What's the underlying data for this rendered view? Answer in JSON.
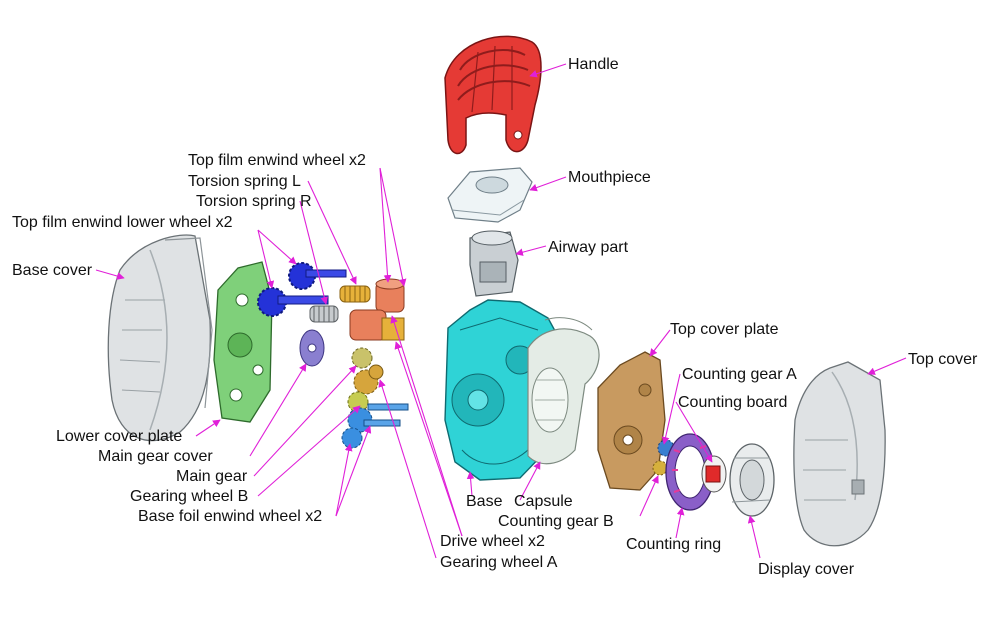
{
  "colors": {
    "leader": "#e020d8",
    "handle": "#e53a35",
    "base": "#2fd3d6",
    "green_plate": "#7fd07a",
    "blue_gear": "#2432d8",
    "orange_part": "#e8805c",
    "gold_spring": "#e6b13a",
    "brown_plate": "#c89a60",
    "purple_ring": "#8a5fc8",
    "grey_cover": "#d9dde0"
  },
  "labels": {
    "handle": "Handle",
    "mouthpiece": "Mouthpiece",
    "airway": "Airway part",
    "top_cover_plate": "Top cover plate",
    "top_cover": "Top cover",
    "counting_gear_a": "Counting gear A",
    "counting_board": "Counting board",
    "top_film_enwind_wheel": "Top film enwind wheel x2",
    "torsion_l": "Torsion spring L",
    "torsion_r": "Torsion spring R",
    "top_film_lower_wheel": "Top film enwind lower wheel x2",
    "base_cover": "Base cover",
    "lower_cover_plate": "Lower cover plate",
    "main_gear_cover": "Main gear cover",
    "main_gear": "Main gear",
    "gearing_wheel_b": "Gearing wheel B",
    "base_foil_wheel": "Base foil enwind wheel x2",
    "base": "Base",
    "capsule": "Capsule",
    "counting_gear_b": "Counting gear B",
    "drive_wheel": "Drive wheel x2",
    "counting_ring": "Counting ring",
    "display_cover": "Display cover",
    "gearing_wheel_a": "Gearing wheel A"
  }
}
